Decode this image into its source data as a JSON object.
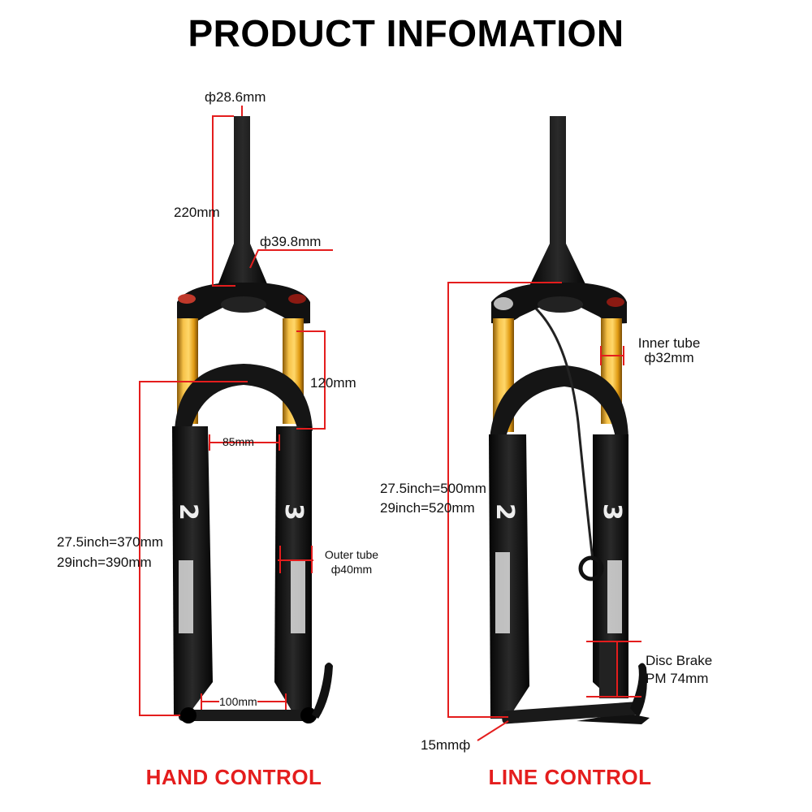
{
  "title": "PRODUCT INFOMATION",
  "left_fork": {
    "caption": "HAND CONTROL",
    "dims": {
      "steerer_top_diameter": "ф28.6mm",
      "steerer_length": "220mm",
      "steerer_base_diameter": "ф39.8mm",
      "stanchion_exposed": "120mm",
      "arch_gap": "85mm",
      "axle_to_crown_275": "27.5inch=370mm",
      "axle_to_crown_29": "29inch=390mm",
      "outer_tube_label": "Outer tube",
      "outer_tube_diameter": "ф40mm",
      "axle_spacing": "100mm"
    },
    "decals": {
      "brand_left": "2",
      "brand_right": "3"
    }
  },
  "right_fork": {
    "caption": "LINE CONTROL",
    "dims": {
      "inner_tube_label": "Inner tube",
      "inner_tube_diameter": "ф32mm",
      "length_275": "27.5inch=500mm",
      "length_29": "29inch=520mm",
      "disc_brake_label": "Disc Brake",
      "disc_brake_mount": "PM 74mm",
      "axle_diameter": "15mmф"
    },
    "decals": {
      "brand_left": "2",
      "brand_right": "3"
    }
  },
  "colors": {
    "dimension_line": "#e41d1d",
    "caption": "#e41d1d",
    "stanchion_gold": "#e8a317",
    "fork_body": "#111111"
  }
}
